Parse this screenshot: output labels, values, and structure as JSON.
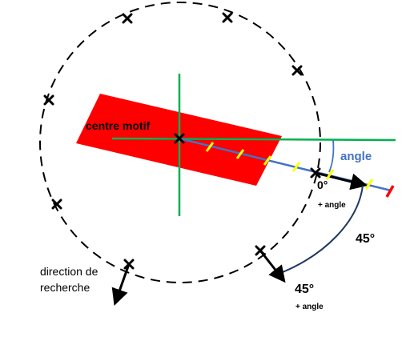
{
  "labels": {
    "centre_motif": "centre motif",
    "angle": "angle",
    "zero_deg": "0°",
    "zero_plus_angle": "+ angle",
    "deg_45_right": "45°",
    "deg_45_bottom": "45°",
    "deg_45_bottom_plus_angle": "+ angle",
    "direction_line1": "direction de",
    "direction_line2": "recherche"
  },
  "colors": {
    "motif": "#ff0000",
    "axis_green": "#00b050",
    "search_line": "#4472c4",
    "tick_yellow": "#ffff00",
    "end_tick_red": "#ff0000",
    "arc_navy": "#1f3864",
    "outline": "#000000"
  },
  "markers": {
    "circle_cross_count": 9,
    "search_ticks_yellow_count": 6
  }
}
